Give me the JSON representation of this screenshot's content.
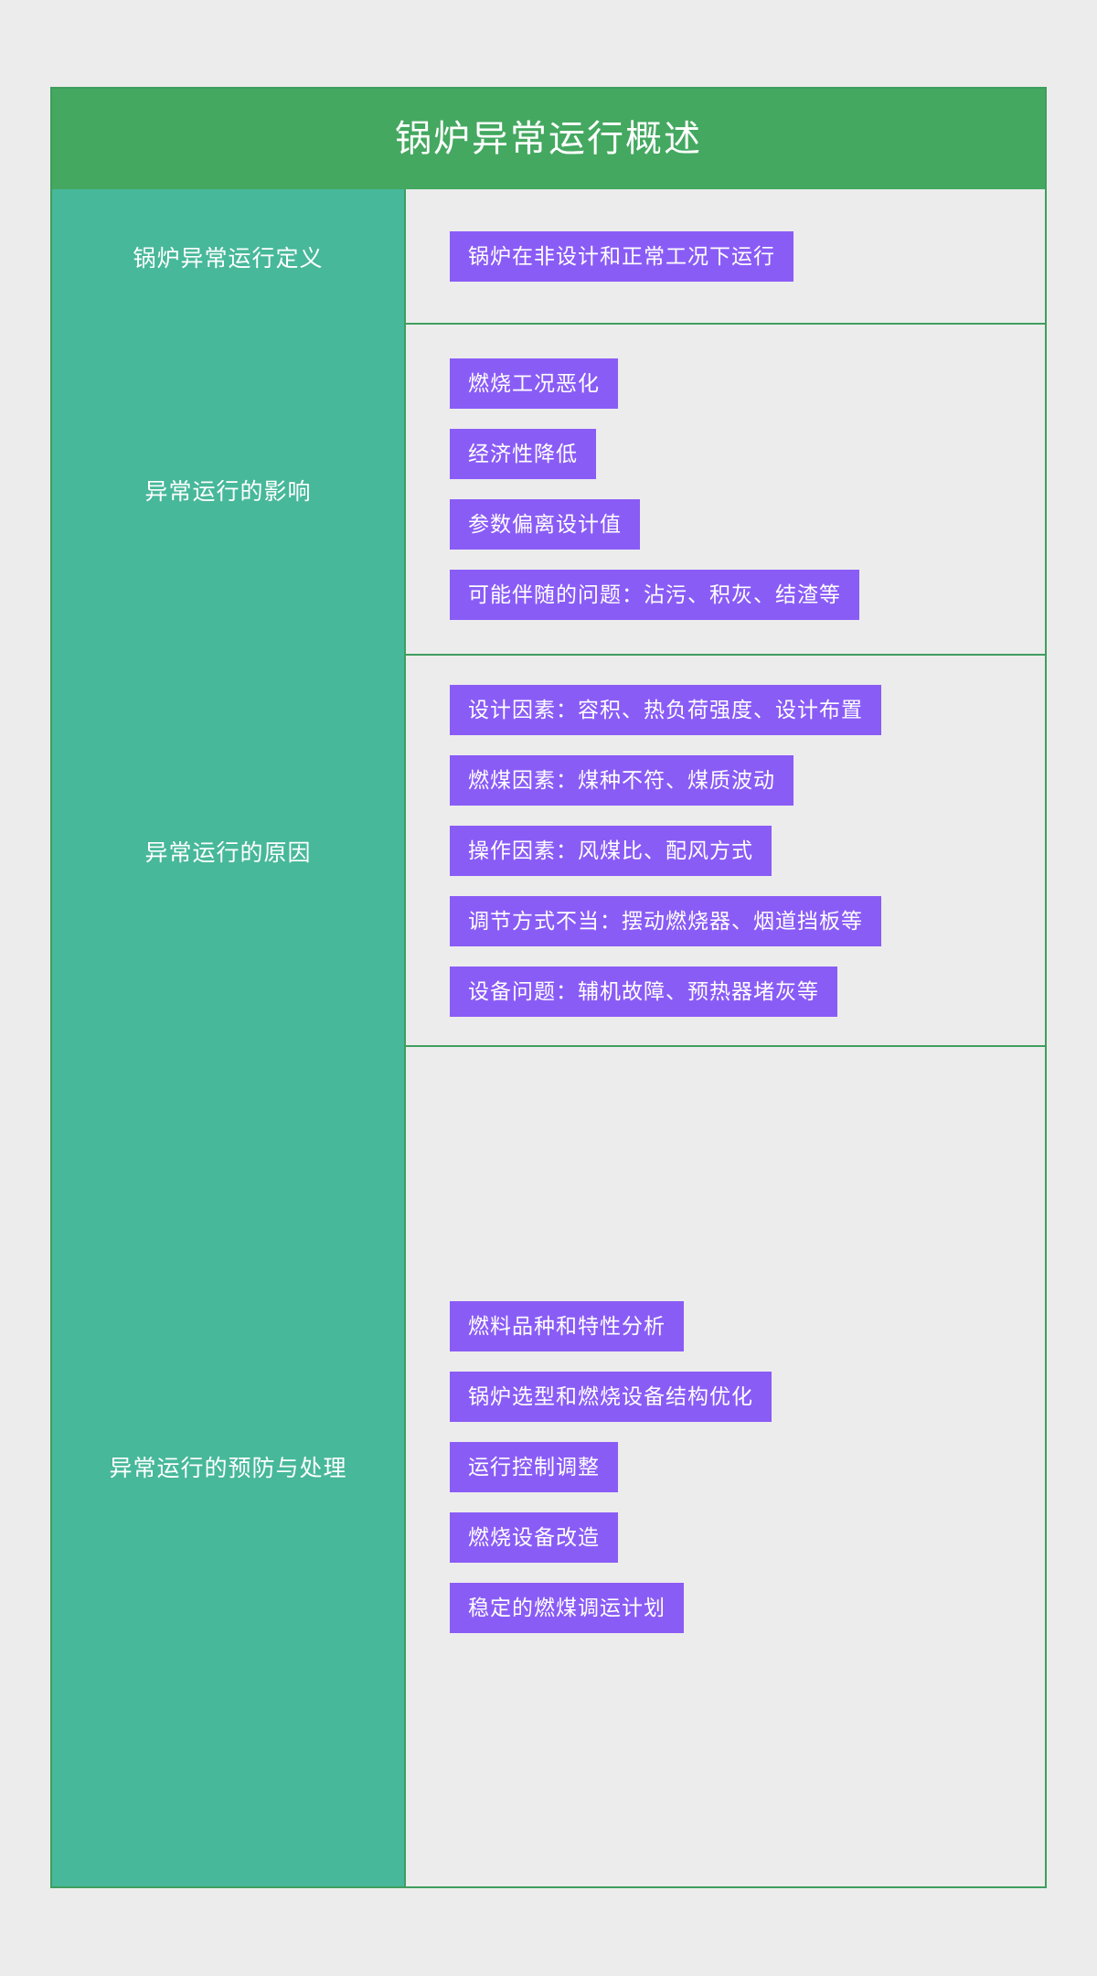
{
  "colors": {
    "page_background": "#ececec",
    "header_green": "#44a860",
    "label_teal": "#47b89a",
    "border_green": "#3f9e5e",
    "content_gray": "#ececec",
    "pill_purple": "#8a5cf6",
    "text_white": "#ffffff"
  },
  "header": {
    "title": "锅炉异常运行概述"
  },
  "sections": [
    {
      "label": "锅炉异常运行定义",
      "items": [
        "锅炉在非设计和正常工况下运行"
      ]
    },
    {
      "label": "异常运行的影响",
      "items": [
        "燃烧工况恶化",
        "经济性降低",
        "参数偏离设计值",
        "可能伴随的问题：沾污、积灰、结渣等"
      ]
    },
    {
      "label": "异常运行的原因",
      "items": [
        "设计因素：容积、热负荷强度、设计布置",
        "燃煤因素：煤种不符、煤质波动",
        "操作因素：风煤比、配风方式",
        "调节方式不当：摆动燃烧器、烟道挡板等",
        "设备问题：辅机故障、预热器堵灰等"
      ]
    },
    {
      "label": "异常运行的预防与处理",
      "items": [
        "燃料品种和特性分析",
        "锅炉选型和燃烧设备结构优化",
        "运行控制调整",
        "燃烧设备改造",
        "稳定的燃煤调运计划"
      ]
    }
  ]
}
